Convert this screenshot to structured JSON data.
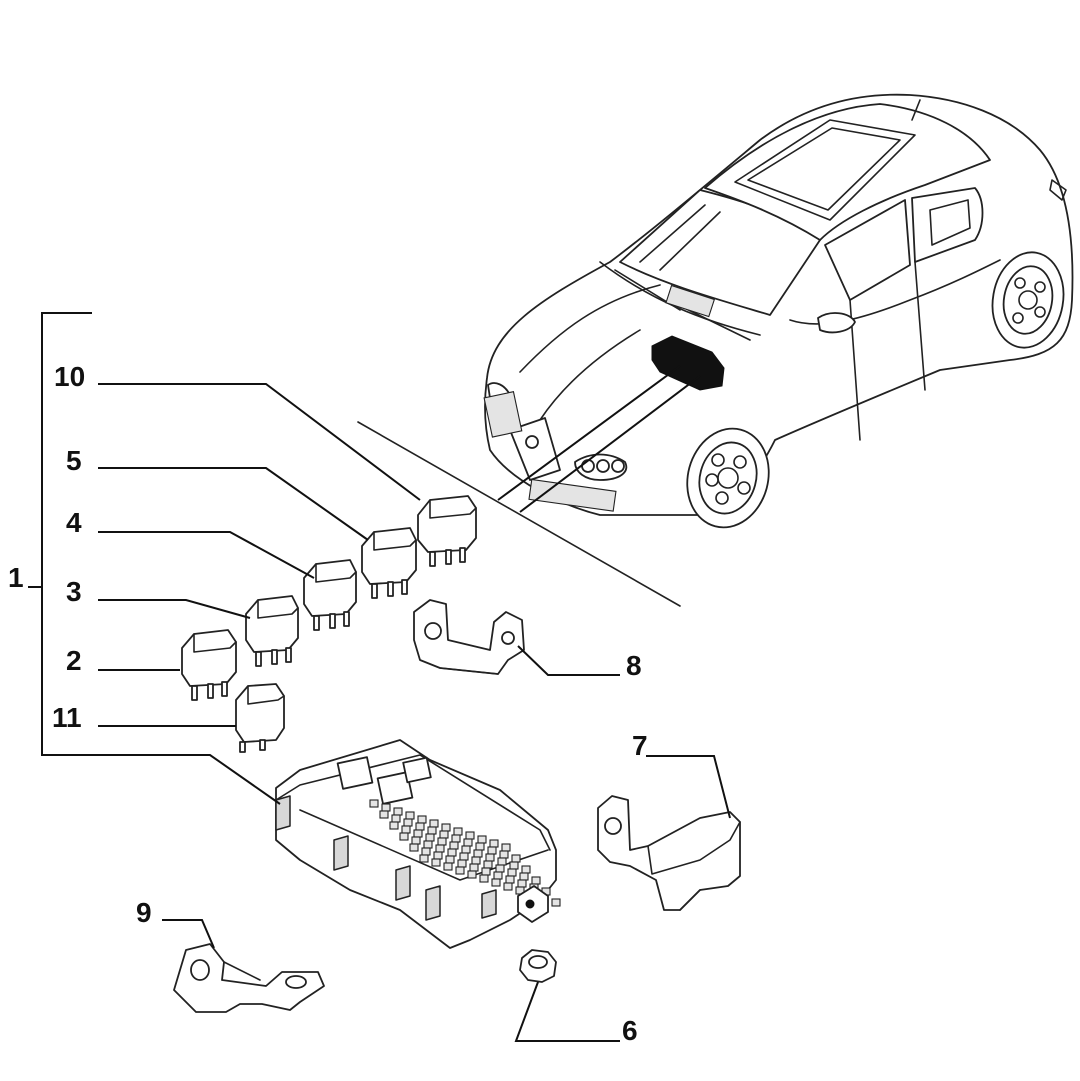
{
  "diagram": {
    "callouts": [
      {
        "id": "1",
        "text": "1"
      },
      {
        "id": "2",
        "text": "2"
      },
      {
        "id": "3",
        "text": "3"
      },
      {
        "id": "4",
        "text": "4"
      },
      {
        "id": "5",
        "text": "5"
      },
      {
        "id": "6",
        "text": "6"
      },
      {
        "id": "7",
        "text": "7"
      },
      {
        "id": "8",
        "text": "8"
      },
      {
        "id": "9",
        "text": "9"
      },
      {
        "id": "10",
        "text": "10"
      },
      {
        "id": "11",
        "text": "11"
      }
    ],
    "colors": {
      "line": "#222222",
      "highlight": "#111111",
      "background": "#ffffff"
    }
  }
}
